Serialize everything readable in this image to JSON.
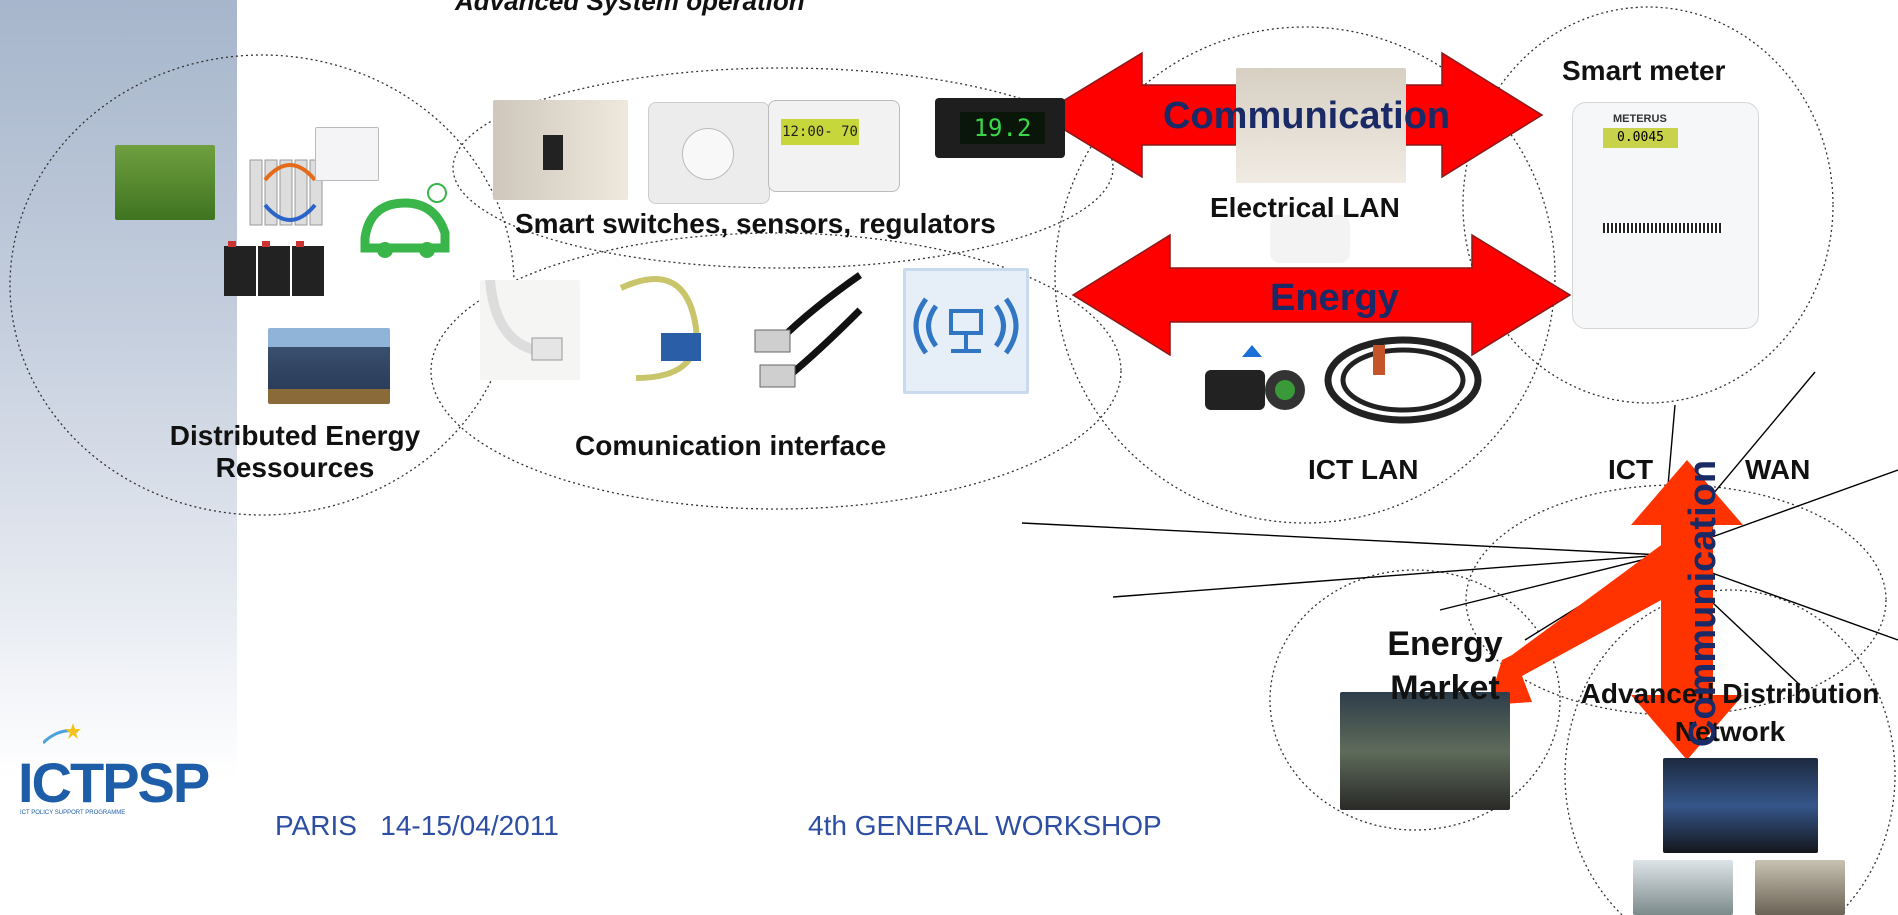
{
  "header": {
    "title": "Advanced System operation"
  },
  "labels": {
    "der_line1": "Distributed Energy",
    "der_line2": "Ressources",
    "switches": "Smart switches, sensors, regulators",
    "com_interface": "Comunication interface",
    "electrical_lan": "Electrical LAN",
    "ict_lan": "ICT LAN",
    "smart_meter": "Smart meter",
    "ict": "ICT",
    "wan": "WAN",
    "energy_market_1": "Energy",
    "energy_market_2": "Market",
    "adv_dist_1": "Advanced Distribution",
    "adv_dist_2": "Network"
  },
  "arrows": {
    "communication": "Communication",
    "energy": "Energy",
    "vertical": "Communication"
  },
  "devices": {
    "thermostat_display": "12:00- 70",
    "panel_display": "19.2",
    "meter_brand": "METERUS",
    "meter_display": "0.0045"
  },
  "footer": {
    "location_date": "PARIS   14-15/04/2011",
    "event": "4th GENERAL WORKSHOP",
    "logo_text": "ICTPSP",
    "logo_sub": "ICT POLICY SUPPORT PROGRAMME"
  },
  "colors": {
    "arrow_red": "#ff0000",
    "arrow_orange": "#ff3300",
    "footer_blue": "#2d4ea2"
  }
}
